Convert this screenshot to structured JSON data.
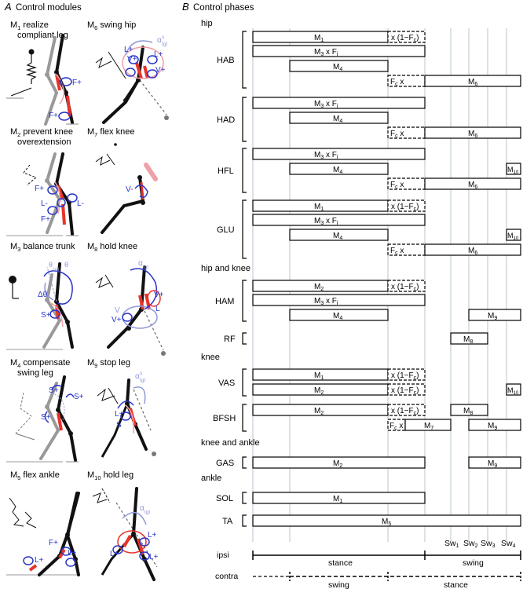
{
  "panel_a": {
    "letter": "A",
    "title": "Control modules",
    "modules": [
      {
        "sym": "M",
        "sub": "1",
        "lines": [
          "realize",
          "compliant leg"
        ],
        "labels": [
          "F+",
          "F+"
        ]
      },
      {
        "sym": "M",
        "sub": "2",
        "lines": [
          "prevent knee",
          "overextension"
        ],
        "labels": [
          "F+",
          "L-",
          "L-",
          "F+"
        ]
      },
      {
        "sym": "M",
        "sub": "3",
        "lines": [
          "balance trunk"
        ],
        "labels": [
          "θ",
          "θ",
          "tgt",
          "Δθ",
          "S+"
        ]
      },
      {
        "sym": "M",
        "sub": "4",
        "lines": [
          "compensate",
          "swing leg"
        ],
        "labels": [
          "S+",
          "S+",
          "S+"
        ]
      },
      {
        "sym": "M",
        "sub": "5",
        "lines": [
          "flex ankle"
        ],
        "labels": [
          "F+",
          "L+",
          "L+"
        ]
      },
      {
        "sym": "M",
        "sub": "6",
        "lines": [
          "swing hip"
        ],
        "labels": [
          "L+",
          "V+",
          "L+",
          "V+",
          "α",
          "tgt",
          "s"
        ]
      },
      {
        "sym": "M",
        "sub": "7",
        "lines": [
          "flex knee"
        ],
        "labels": [
          "V-"
        ]
      },
      {
        "sym": "M",
        "sub": "8",
        "lines": [
          "hold knee"
        ],
        "labels": [
          "V+",
          "L",
          "V",
          "V+",
          "α",
          "tgt"
        ]
      },
      {
        "sym": "M",
        "sub": "9",
        "lines": [
          "stop leg"
        ],
        "labels": [
          "L+",
          "S",
          "α",
          "tgt",
          "s"
        ]
      },
      {
        "sym": "M",
        "sub": "10",
        "lines": [
          "hold leg"
        ],
        "labels": [
          "L+",
          "L+",
          "L+",
          "α",
          "tgt"
        ]
      }
    ]
  },
  "panel_b": {
    "letter": "B",
    "title": "Control phases",
    "sections": [
      "hip",
      "hip and knee",
      "knee",
      "knee and ankle",
      "ankle"
    ],
    "muscles": [
      {
        "name": "HAB",
        "bars": [
          {
            "text": "M",
            "sub": "1",
            "dashed": false
          },
          {
            "text": "x (1−F",
            "sub": "c",
            "tail": ")",
            "dashed": true
          },
          {
            "text": "M",
            "sub": "3",
            "tail": " x F",
            "tail_sub": "i",
            "dashed": false
          },
          {
            "text": "M",
            "sub": "4",
            "dashed": false
          },
          {
            "text": "F",
            "sub": "c",
            "tail": " x",
            "dashed": true
          },
          {
            "text": "M",
            "sub": "6",
            "dashed": false
          }
        ]
      },
      {
        "name": "HAD",
        "bars": [
          {
            "text": "M",
            "sub": "3",
            "tail": " x F",
            "tail_sub": "i",
            "dashed": false
          },
          {
            "text": "M",
            "sub": "4",
            "dashed": false
          },
          {
            "text": "F",
            "sub": "c",
            "tail": " x",
            "dashed": true
          },
          {
            "text": "M",
            "sub": "6",
            "dashed": false
          }
        ]
      },
      {
        "name": "HFL",
        "bars": [
          {
            "text": "M",
            "sub": "3",
            "tail": " x F",
            "tail_sub": "i",
            "dashed": false
          },
          {
            "text": "M",
            "sub": "4",
            "dashed": false
          },
          {
            "text": "M",
            "sub": "10",
            "dashed": false
          },
          {
            "text": "F",
            "sub": "c",
            "tail": " x",
            "dashed": true
          },
          {
            "text": "M",
            "sub": "6",
            "dashed": false
          }
        ]
      },
      {
        "name": "GLU",
        "bars": [
          {
            "text": "M",
            "sub": "1",
            "dashed": false
          },
          {
            "text": "x (1−F",
            "sub": "c",
            "tail": ")",
            "dashed": true
          },
          {
            "text": "M",
            "sub": "3",
            "tail": " x F",
            "tail_sub": "i",
            "dashed": false
          },
          {
            "text": "M",
            "sub": "4",
            "dashed": false
          },
          {
            "text": "M",
            "sub": "10",
            "dashed": false
          },
          {
            "text": "F",
            "sub": "c",
            "tail": " x",
            "dashed": true
          },
          {
            "text": "M",
            "sub": "6",
            "dashed": false
          }
        ]
      },
      {
        "name": "HAM",
        "bars": [
          {
            "text": "M",
            "sub": "2",
            "dashed": false
          },
          {
            "text": "x (1−F",
            "sub": "c",
            "tail": ")",
            "dashed": true
          },
          {
            "text": "M",
            "sub": "3",
            "tail": " x F",
            "tail_sub": "i",
            "dashed": false
          },
          {
            "text": "M",
            "sub": "4",
            "dashed": false
          },
          {
            "text": "M",
            "sub": "9",
            "dashed": false
          }
        ]
      },
      {
        "name": "RF",
        "bars": [
          {
            "text": "M",
            "sub": "8",
            "dashed": false
          }
        ]
      },
      {
        "name": "VAS",
        "bars": [
          {
            "text": "M",
            "sub": "1",
            "dashed": false
          },
          {
            "text": "x (1−F",
            "sub": "c",
            "tail": ")",
            "dashed": true
          },
          {
            "text": "M",
            "sub": "2",
            "dashed": false
          },
          {
            "text": "x (1−F",
            "sub": "c",
            "tail": ")",
            "dashed": true
          },
          {
            "text": "M",
            "sub": "10",
            "dashed": false
          }
        ]
      },
      {
        "name": "BFSH",
        "bars": [
          {
            "text": "M",
            "sub": "2",
            "dashed": false
          },
          {
            "text": "x (1−F",
            "sub": "c",
            "tail": ")",
            "dashed": true
          },
          {
            "text": "M",
            "sub": "8",
            "dashed": false
          },
          {
            "text": "F",
            "sub": "c",
            "tail": " x",
            "dashed": true
          },
          {
            "text": "M",
            "sub": "7",
            "dashed": false
          },
          {
            "text": "M",
            "sub": "9",
            "dashed": false
          }
        ]
      },
      {
        "name": "GAS",
        "bars": [
          {
            "text": "M",
            "sub": "2",
            "dashed": false
          },
          {
            "text": "M",
            "sub": "9",
            "dashed": false
          }
        ]
      },
      {
        "name": "SOL",
        "bars": [
          {
            "text": "M",
            "sub": "1",
            "dashed": false
          }
        ]
      },
      {
        "name": "TA",
        "bars": [
          {
            "text": "M",
            "sub": "5",
            "dashed": false
          }
        ]
      }
    ],
    "swing_phases": [
      {
        "sym": "Sw",
        "sub": "1"
      },
      {
        "sym": "Sw",
        "sub": "2"
      },
      {
        "sym": "Sw",
        "sub": "3"
      },
      {
        "sym": "Sw",
        "sub": "4"
      }
    ],
    "ipsi": {
      "label": "ipsi",
      "phase1": "stance",
      "phase2": "swing"
    },
    "contra": {
      "label": "contra",
      "phase1": "swing",
      "phase2": "stance"
    }
  },
  "colors": {
    "blue": "#2a35c8",
    "red": "#e8332b",
    "light_blue": "#8f98d8",
    "pink": "#f0a0a8",
    "grey": "#999999",
    "grid": "#b8c4cc"
  }
}
